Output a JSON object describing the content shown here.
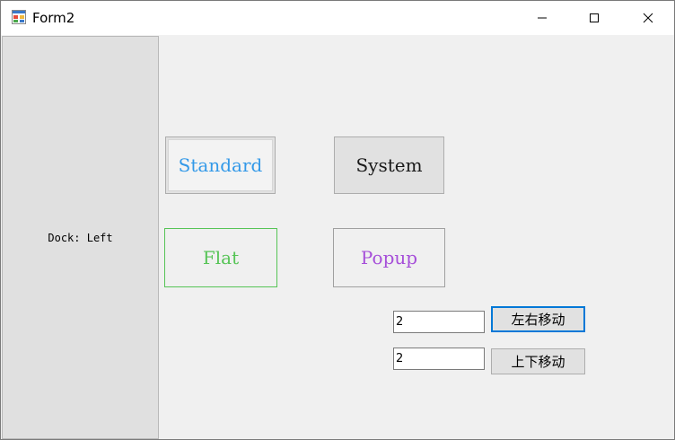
{
  "window": {
    "title": "Form2",
    "controls": {
      "minimize_icon": "minimize-icon",
      "maximize_icon": "maximize-icon",
      "close_icon": "close-icon"
    }
  },
  "dock_panel": {
    "label": "Dock: Left"
  },
  "buttons": {
    "standard": "Standard",
    "system": "System",
    "flat": "Flat",
    "popup": "Popup"
  },
  "move_controls": {
    "horizontal_value": "2",
    "horizontal_label": "左右移动",
    "vertical_value": "2",
    "vertical_label": "上下移动"
  },
  "colors": {
    "standard_text": "#3399e8",
    "flat_text": "#56c456",
    "popup_text": "#a64fd9",
    "focus_border": "#0078d7"
  }
}
